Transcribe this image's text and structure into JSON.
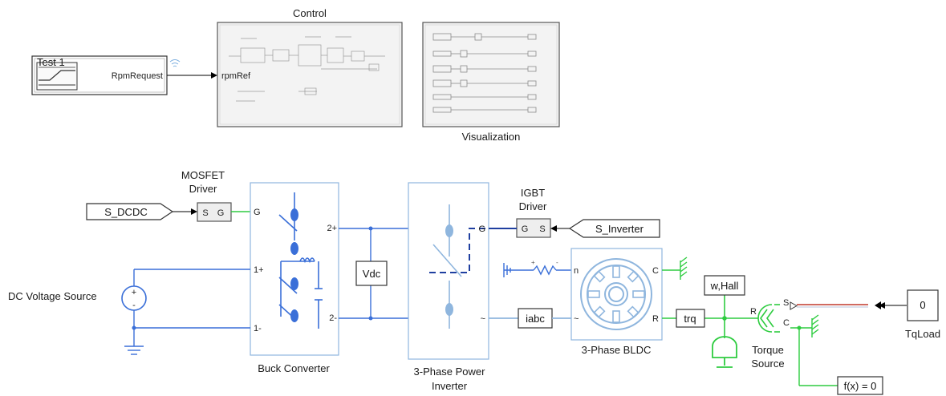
{
  "colors": {
    "physical_wire": "#3a6fd8",
    "mechanical_wire": "#2ecc40",
    "dark_wire": "#1f3fa0",
    "signal_wire": "#000000",
    "light_blue": "#8fb6de",
    "block_fill": "#f2f2f2",
    "block_border": "#6f6f6f",
    "red_wire": "#c0392b"
  },
  "blocks": {
    "test_signal": {
      "title": "Test 1",
      "output_port": "RpmRequest"
    },
    "control": {
      "title": "Control",
      "input_port": "rpmRef"
    },
    "visualization": {
      "title": "Visualization"
    },
    "s_dcdc": {
      "label": "S_DCDC"
    },
    "mosfet_driver": {
      "title_line1": "MOSFET",
      "title_line2": "Driver",
      "port_s": "S",
      "port_g": "G"
    },
    "buck_converter": {
      "title": "Buck Converter",
      "port_g": "G",
      "port_1p": "1+",
      "port_1m": "1-",
      "port_2p": "2+",
      "port_2m": "2-"
    },
    "dc_source": {
      "title": "DC Voltage Source",
      "plus": "+",
      "minus": "-"
    },
    "vdc_sensor": {
      "label": "Vdc"
    },
    "inverter": {
      "title_line1": "3-Phase Power",
      "title_line2": "Inverter",
      "port_g": "G",
      "port_tilde": "~"
    },
    "igbt_driver": {
      "title_line1": "IGBT",
      "title_line2": "Driver",
      "port_g": "G",
      "port_s": "S"
    },
    "s_inverter": {
      "label": "S_Inverter"
    },
    "iabc_sensor": {
      "label": "iabc"
    },
    "neutral": {
      "port_n": "n",
      "plus": "+",
      "minus": "-"
    },
    "motor": {
      "title": "3-Phase BLDC",
      "port_c": "C",
      "port_r": "R",
      "port_tilde": "~"
    },
    "w_hall": {
      "label": "w,Hall"
    },
    "trq_sensor": {
      "label": "trq"
    },
    "torque_source": {
      "title_line1": "Torque",
      "title_line2": "Source",
      "port_s": "S",
      "port_r": "R",
      "port_c": "C"
    },
    "solver": {
      "label": "f(x) = 0"
    },
    "tqload": {
      "value": "0",
      "title": "TqLoad"
    }
  }
}
